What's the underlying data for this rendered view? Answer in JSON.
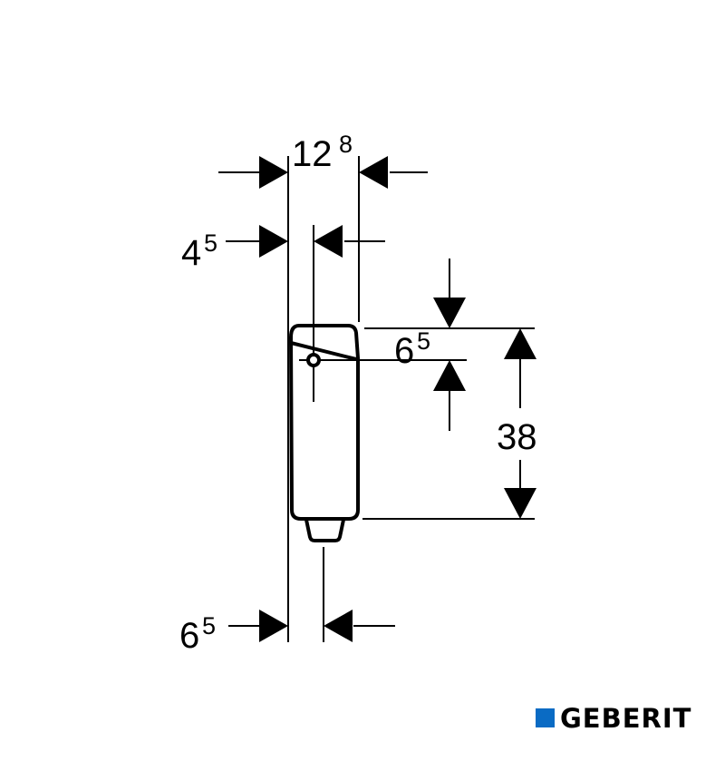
{
  "dimensions": {
    "total_depth": {
      "main": "12",
      "sup": "8"
    },
    "axis_offset": {
      "main": "4",
      "sup": "5"
    },
    "outlet_offset": {
      "main": "6",
      "sup": "5"
    },
    "top_to_inlet": {
      "main": "6",
      "sup": "5"
    },
    "height": {
      "main": "38"
    }
  },
  "logo": {
    "text": "GEBERIT",
    "color": "#0a6bc4"
  }
}
